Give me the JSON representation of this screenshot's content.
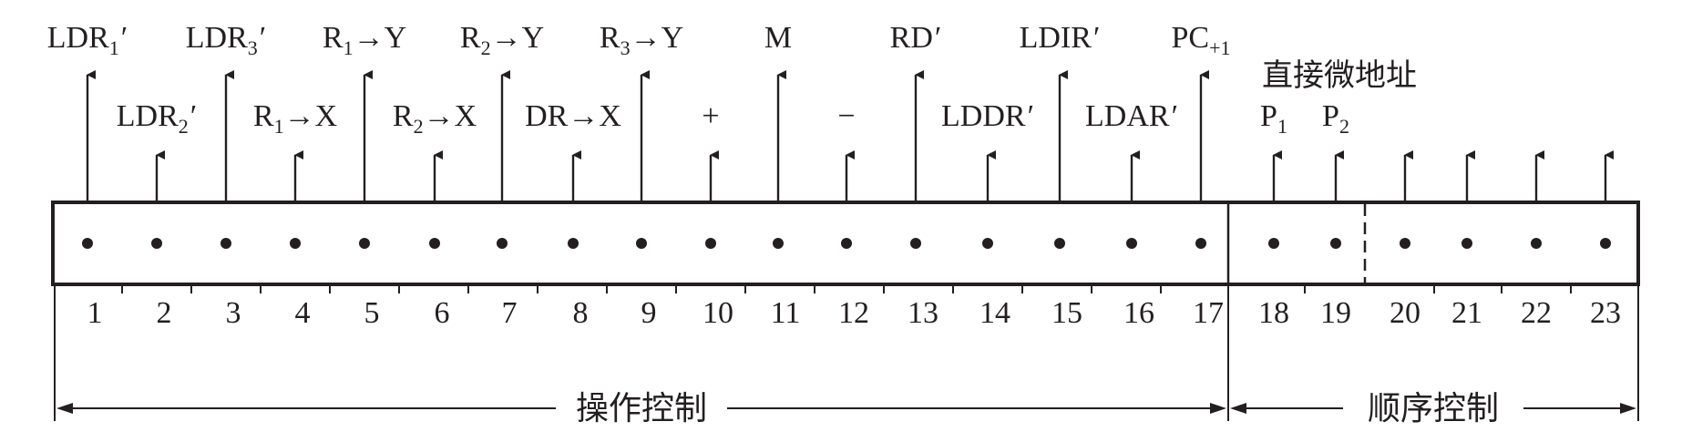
{
  "signals": [
    {
      "bit": 1,
      "label": "LDR",
      "sub": "1",
      "prime": true
    },
    {
      "bit": 2,
      "label": "LDR",
      "sub": "2",
      "prime": true
    },
    {
      "bit": 3,
      "label": "LDR",
      "sub": "3",
      "prime": true
    },
    {
      "bit": 4,
      "label": "R",
      "sub": "1",
      "rest": "→X"
    },
    {
      "bit": 5,
      "label": "R",
      "sub": "1",
      "rest": "→Y"
    },
    {
      "bit": 6,
      "label": "R",
      "sub": "2",
      "rest": "→X"
    },
    {
      "bit": 7,
      "label": "R",
      "sub": "2",
      "rest": "→Y"
    },
    {
      "bit": 8,
      "label": "DR→X"
    },
    {
      "bit": 9,
      "label": "R",
      "sub": "3",
      "rest": "→Y"
    },
    {
      "bit": 10,
      "label": "+"
    },
    {
      "bit": 11,
      "label": "M"
    },
    {
      "bit": 12,
      "label": "−"
    },
    {
      "bit": 13,
      "label": "RD",
      "prime": true
    },
    {
      "bit": 14,
      "label": "LDDR",
      "prime": true
    },
    {
      "bit": 15,
      "label": "LDIR",
      "prime": true
    },
    {
      "bit": 16,
      "label": "LDAR",
      "prime": true
    },
    {
      "bit": 17,
      "label": "PC",
      "sub": "+1"
    },
    {
      "bit": 18,
      "label": "P",
      "sub": "1"
    },
    {
      "bit": 19,
      "label": "P",
      "sub": "2"
    },
    {
      "bit": 20
    },
    {
      "bit": 21
    },
    {
      "bit": 22
    },
    {
      "bit": 23
    }
  ],
  "bit_numbers": [
    "1",
    "2",
    "3",
    "4",
    "5",
    "6",
    "7",
    "8",
    "9",
    "10",
    "11",
    "12",
    "13",
    "14",
    "15",
    "16",
    "17",
    "18",
    "19",
    "20",
    "21",
    "22",
    "23"
  ],
  "next_address_label": "直接微地址",
  "sections": {
    "operation_control": "操作控制",
    "sequence_control": "顺序控制"
  },
  "colors": {
    "ink": "#231f20",
    "background": "#ffffff"
  }
}
